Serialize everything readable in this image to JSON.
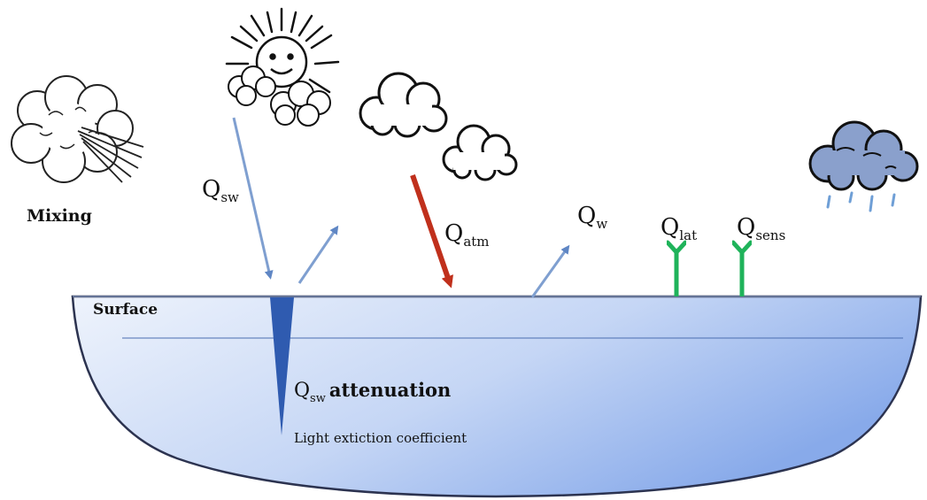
{
  "labels": {
    "mixing": "Mixing",
    "surface": "Surface",
    "q": "Q",
    "qsw_sub": "sw",
    "qatm_sub": "atm",
    "qw_sub": "w",
    "qlat_sub": "lat",
    "qsens_sub": "sens",
    "attenuation_sub": "sw",
    "attenuation": "attenuation",
    "extinction": "Light extiction coefficient"
  },
  "colors": {
    "water_light": "#eef3fc",
    "water_dark": "#88aaea",
    "water_edge": "#2c3350",
    "shortwave_arrow": "#7f9fd0",
    "atmospheric_arrow": "#c0301c",
    "heat_arrows": "#1fb35a",
    "attenuation_wedge": "#2f5bb0",
    "rain": "#6f9fd6",
    "storm_cloud": "#8aa0cc"
  },
  "icons": [
    "wind-cloud-icon",
    "sun-icon",
    "cloud-icon",
    "storm-cloud-icon"
  ]
}
